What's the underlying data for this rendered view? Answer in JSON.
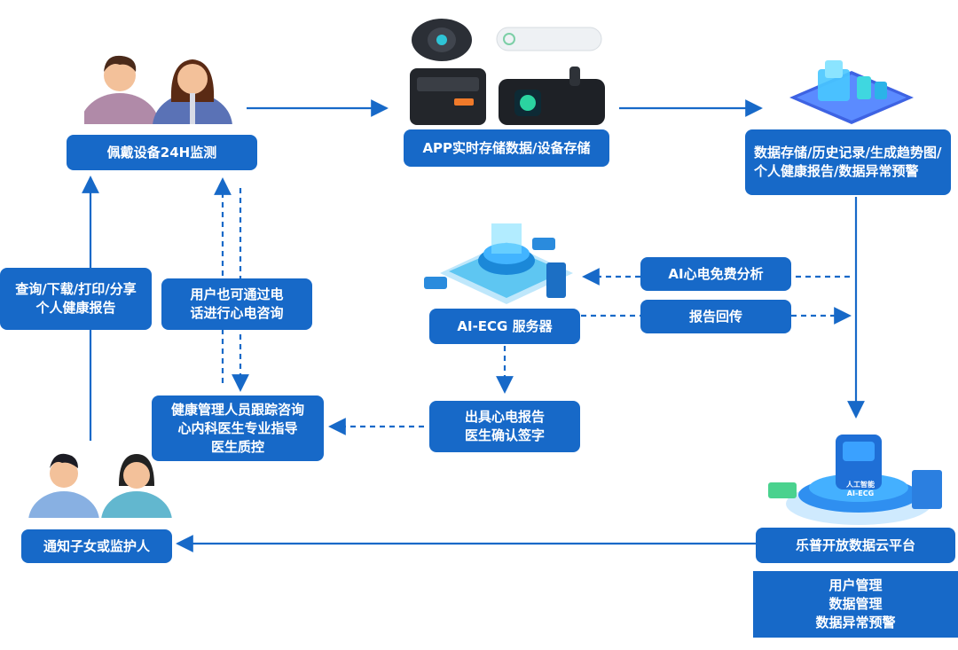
{
  "nodes": {
    "wear_device": "佩戴设备24H监测",
    "app_storage": "APP实时存储数据/设备存储",
    "data_storage": "数据存储/历史记录/生成趋势图/个人健康报告/数据异常预警",
    "query_report": "查询/下载/打印/分享\n个人健康报告",
    "phone_consult": "用户也可通过电\n话进行心电咨询",
    "ai_analysis": "AI心电免费分析",
    "ai_ecg_server": "AI-ECG 服务器",
    "report_return": "报告回传",
    "issue_report": "出具心电报告\n医生确认签字",
    "health_mgmt": "健康管理人员跟踪咨询\n心内科医生专业指导\n医生质控",
    "notify_family": "通知子女或监护人",
    "cloud_platform": "乐普开放数据云平台",
    "platform_features": "用户管理\n数据管理\n数据异常预警"
  },
  "illustrations": {
    "chip_label": "人工智能\nAI-ECG"
  },
  "colors": {
    "box": "#1769c8",
    "arrow": "#1769c8",
    "text": "#ffffff"
  }
}
